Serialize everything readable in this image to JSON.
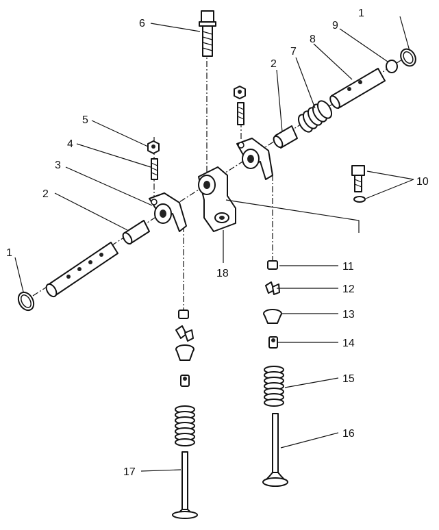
{
  "callouts": {
    "c1_left": "1",
    "c1_right": "1",
    "c2_left": "2",
    "c2_right": "2",
    "c3": "3",
    "c4": "4",
    "c5": "5",
    "c6": "6",
    "c7": "7",
    "c8": "8",
    "c9": "9",
    "c10": "10",
    "c11": "11",
    "c12": "12",
    "c13": "13",
    "c14": "14",
    "c15": "15",
    "c16": "16",
    "c17": "17",
    "c18": "18"
  }
}
